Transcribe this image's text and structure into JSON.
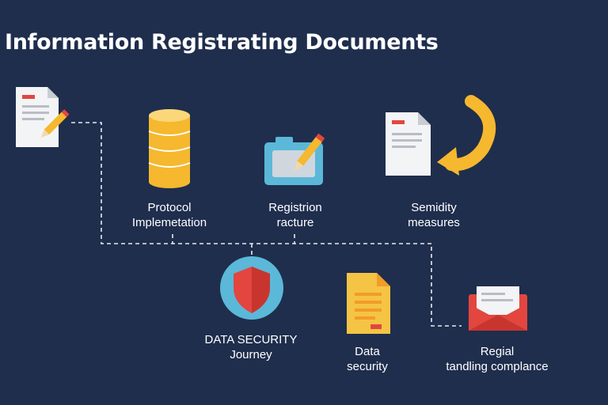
{
  "title": "Information Registrating Documents",
  "nodes": {
    "protocol": {
      "line1": "Protocol",
      "line2": "Implemetation",
      "icon": "database-icon"
    },
    "registration": {
      "line1": "Registrion",
      "line2": "racture",
      "icon": "camera-pencil-icon"
    },
    "sensitivity": {
      "line1": "Semidity",
      "line2": "measures",
      "icon": "document-arrow-icon"
    },
    "data_security_journey": {
      "line1": "DATA SECURITY",
      "line2": "Journey",
      "icon": "shield-icon"
    },
    "data_security": {
      "line1": "Data",
      "line2": "security",
      "icon": "document-icon"
    },
    "compliance": {
      "line1": "Regial",
      "line2": "tandling complance",
      "icon": "mail-icon"
    },
    "source_document": {
      "icon": "document-pencil-icon"
    }
  },
  "colors": {
    "background": "#1f2e4d",
    "connector": "#ffffff",
    "accent_yellow": "#f5b82e",
    "accent_red": "#e2463f",
    "accent_blue": "#5bb8d8"
  }
}
